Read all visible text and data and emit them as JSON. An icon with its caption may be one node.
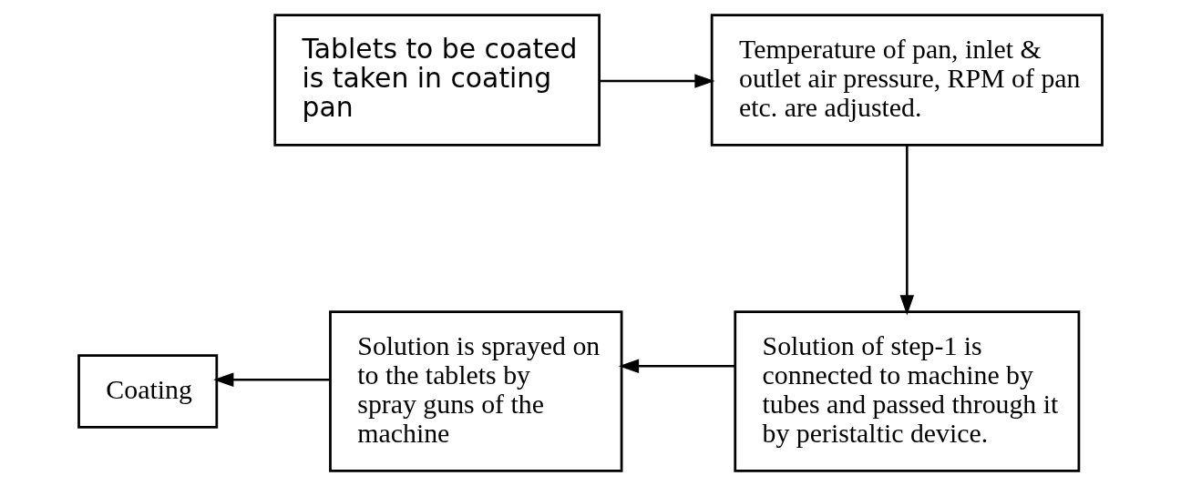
{
  "diagram": {
    "nodes": [
      {
        "text": [
          "Tablets to be coated is taken in coating pan"
        ]
      },
      {
        "text": [
          "Temperature of pan, inlet & outlet air pressure, RPM of pan etc. are adjusted."
        ]
      },
      {
        "text": [
          "Solution of step-1 is connected to machine by tubes and passed through it by peristaltic device."
        ]
      },
      {
        "text": [
          "Solution is sprayed on to the tablets by spray guns of the machine"
        ]
      },
      {
        "text": [
          "Coating"
        ]
      }
    ],
    "edges": [
      {
        "from": 0,
        "to": 1,
        "arrow": "to"
      },
      {
        "from": 1,
        "to": 2,
        "arrow": "to"
      },
      {
        "from": 2,
        "to": 3,
        "arrow": "to"
      },
      {
        "from": 3,
        "to": 4,
        "arrow": "to"
      }
    ]
  }
}
